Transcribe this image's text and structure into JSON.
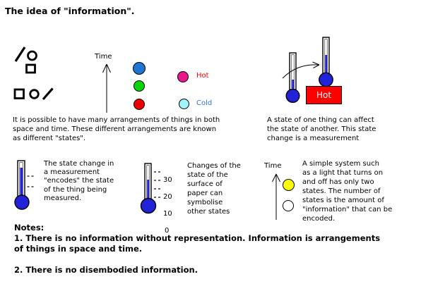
{
  "title": "The idea of \"information\".",
  "sections": {
    "states": {
      "time_label": "Time",
      "hot_label": "Hot",
      "cold_label": "Cold",
      "caption": [
        "It is possible to have many arrangements of things in both",
        "space and time. These different arrangements are known",
        "as different \"states\"."
      ]
    },
    "measurement": {
      "hot_box_label": "Hot",
      "caption": [
        "A state of one thing can affect",
        "the state of another. This state",
        "change is a measurement"
      ]
    },
    "encoding": {
      "caption": [
        "The state change in",
        "a measurement",
        "\"encodes\" the state",
        "of the thing being",
        "measured."
      ]
    },
    "paper": {
      "scale": [
        "30",
        "20",
        "10",
        "0"
      ],
      "caption": [
        "Changes of the",
        "state of the",
        "surface of",
        "paper can",
        "symbolise",
        "other states"
      ]
    },
    "binary": {
      "time_label": "Time",
      "caption": [
        "A simple system such",
        "as a light that turns on",
        "and off has only two",
        "states. The number of",
        "states is the amount of",
        "\"information\" that can be",
        "encoded."
      ]
    }
  },
  "notes": {
    "heading": "Notes:",
    "note1": [
      "1. There is no information without representation. Information is arrangements",
      "of things in space and time."
    ],
    "note2": "2. There is no disembodied information."
  },
  "palette": {
    "state_dot_blue": "#1f75d2",
    "state_dot_green": "#08d508",
    "state_dot_red": "#ee0000",
    "hot_dot": "#e8188c",
    "cold_dot": "#a0f4f8",
    "hot_text": "#ff0000",
    "cold_text": "#3370e0",
    "light_on_dot": "#ffff00",
    "light_off_dot": "#ffffff",
    "mercury_blue": "#2222d8",
    "hot_box_red": "#ff0000",
    "text": "#000000"
  }
}
